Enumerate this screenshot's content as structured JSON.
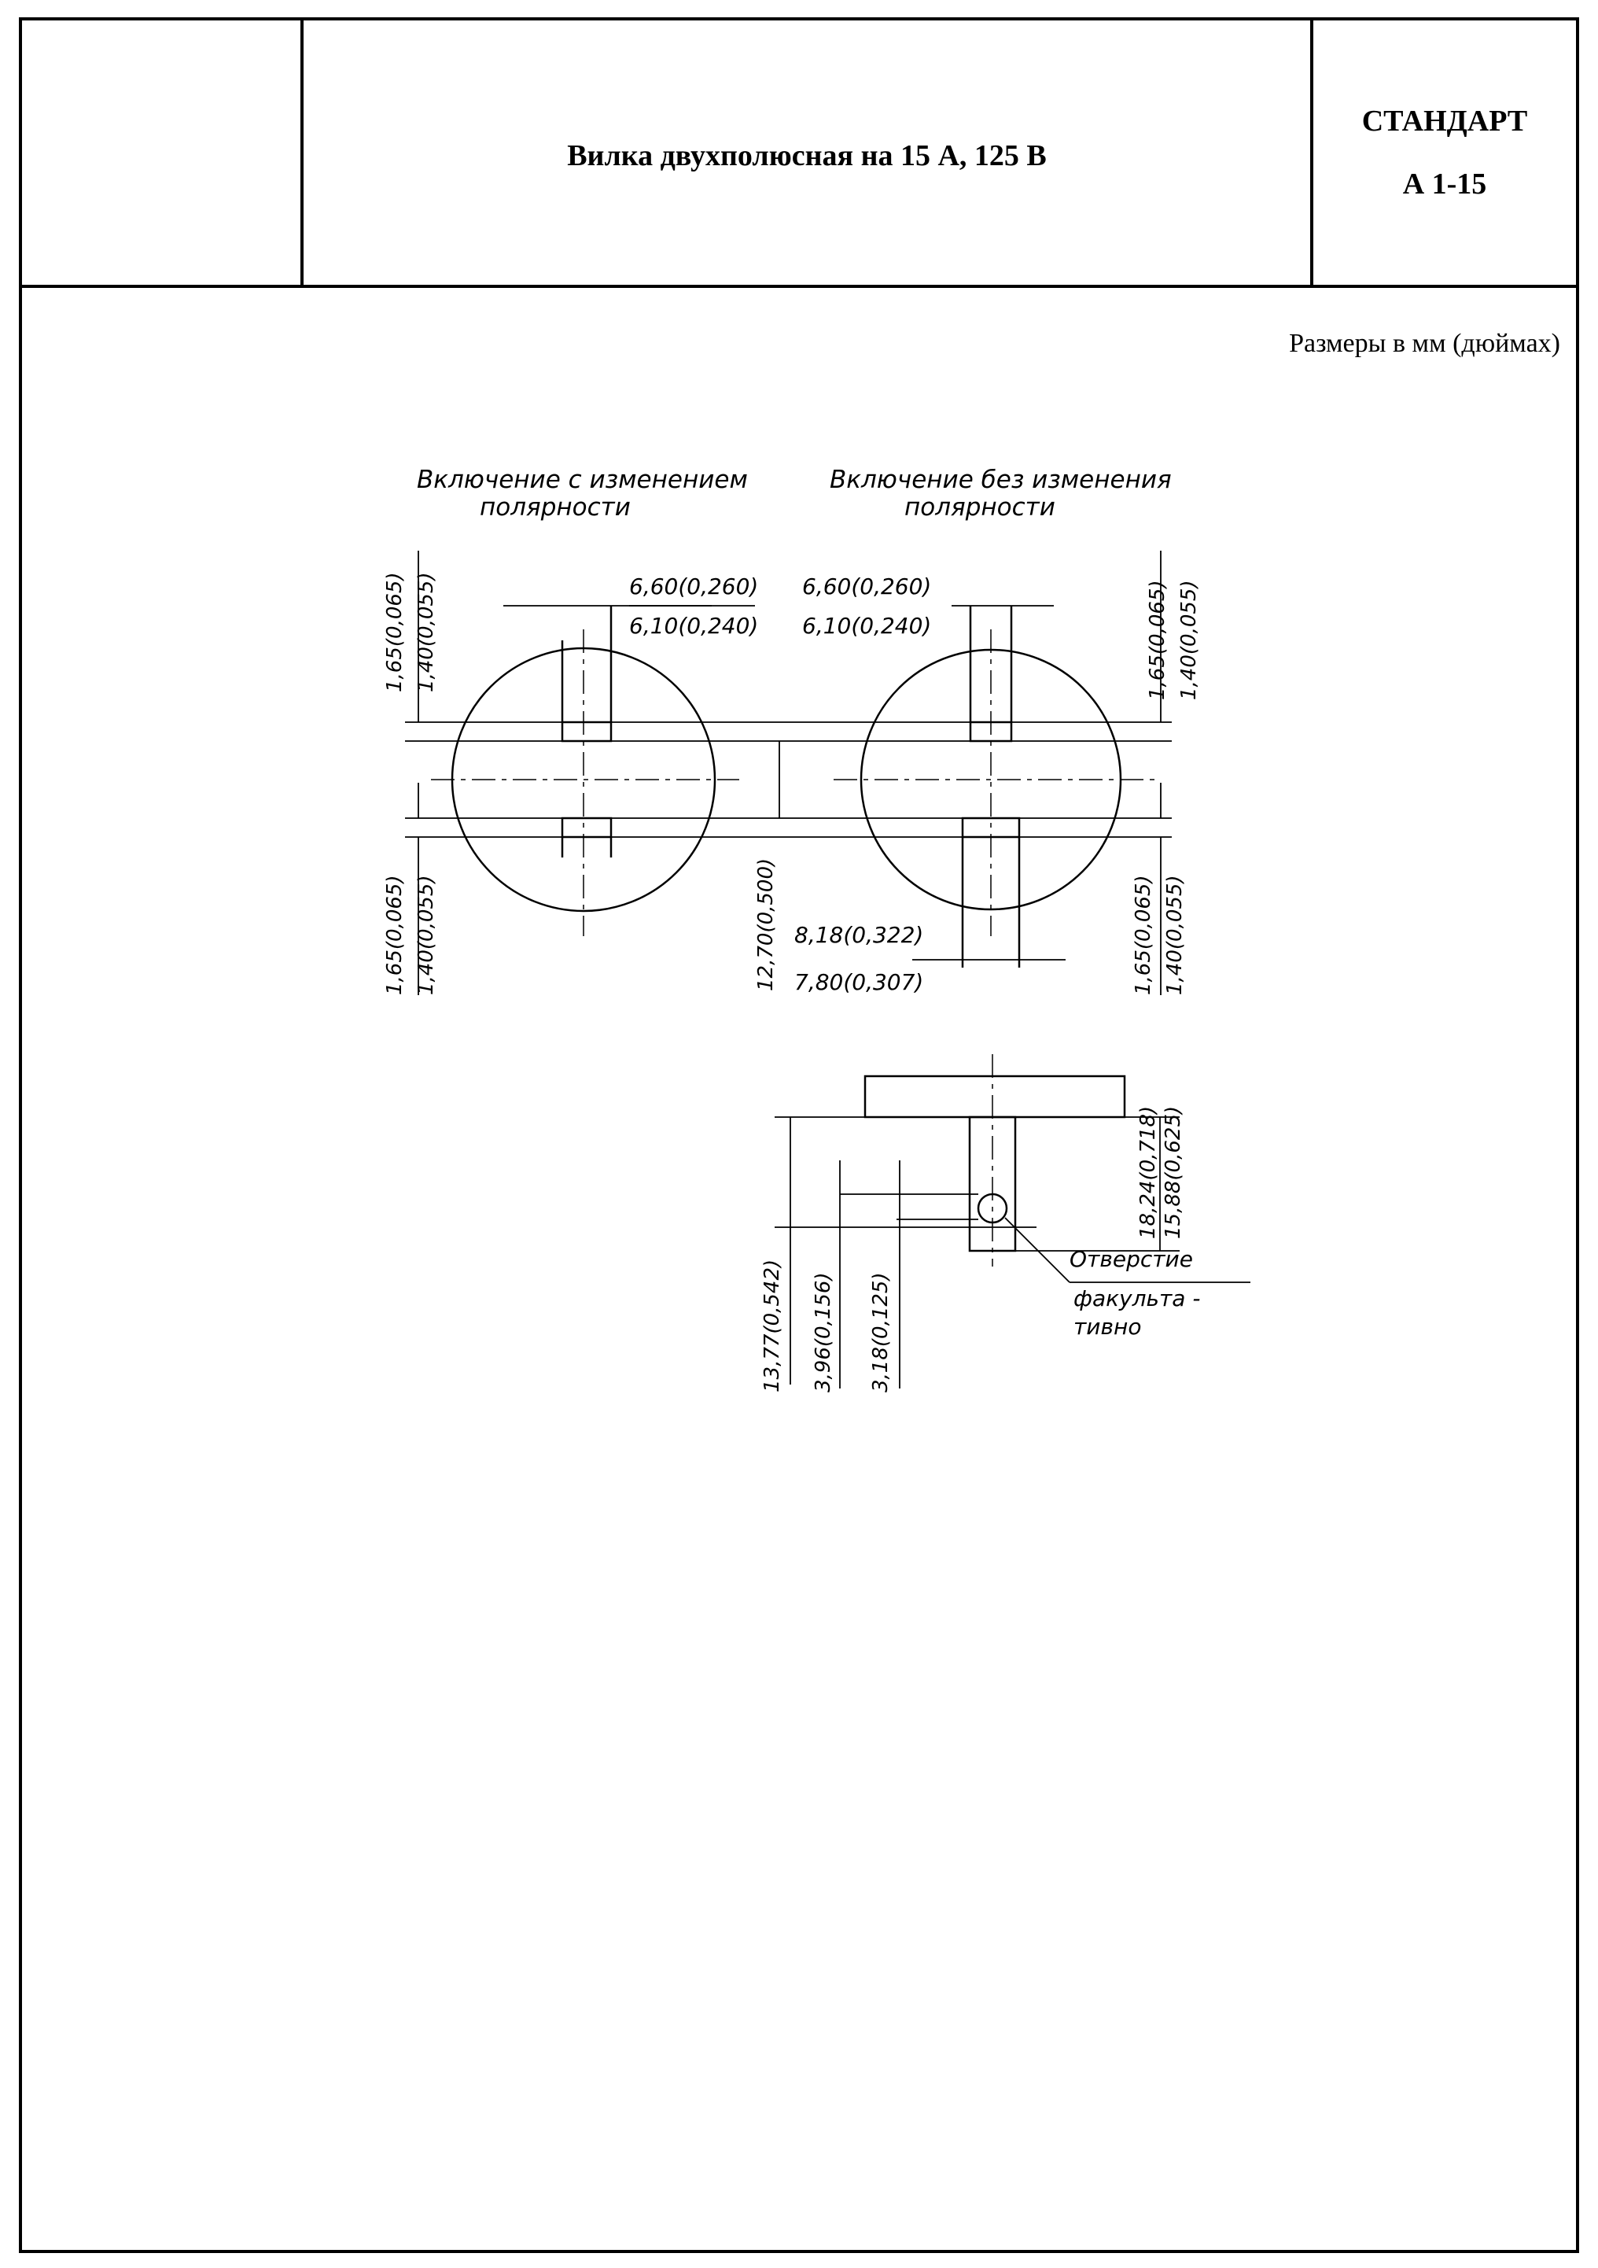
{
  "header": {
    "left": "",
    "title": "Вилка двухполюсная на 15 А, 125 В",
    "standard_label": "СТАНДАРТ",
    "standard_code": "А 1-15"
  },
  "units_note": "Размеры в мм (дюймах)",
  "drawing": {
    "left_caption_line1": "Включение с изменением",
    "left_caption_line2": "полярности",
    "right_caption_line1": "Включение без изменения",
    "right_caption_line2": "полярности",
    "dims": {
      "blade_width_max": "6,60(0,260)",
      "blade_width_min": "6,10(0,240)",
      "blade_thick_max": "1,65(0,065)",
      "blade_thick_min": "1,40(0,055)",
      "spacing": "12,70(0,500)",
      "wide_blade_max": "8,18(0,322)",
      "wide_blade_min": "7,80(0,307)",
      "length_max": "18,24(0,718)",
      "length_min": "15,88(0,625)",
      "hole_pos": "13,77(0,542)",
      "hole_dia_max": "3,96(0,156)",
      "hole_dia_min": "3,18(0,125)"
    },
    "hole_note_line1": "Отверстие",
    "hole_note_line2": "факульта -",
    "hole_note_line3": "тивно"
  }
}
